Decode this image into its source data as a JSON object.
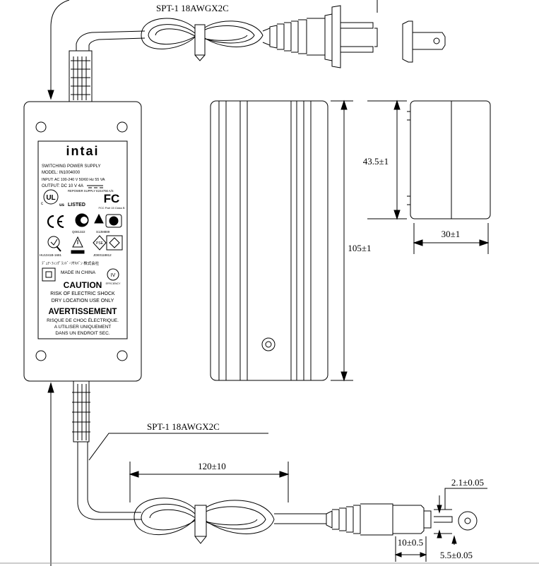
{
  "cables": {
    "top_label": "SPT-1 18AWGX2C",
    "bottom_label": "SPT-1 18AWGX2C"
  },
  "dimensions": {
    "height": "43.5±1",
    "depth": "30±1",
    "length": "105±1",
    "cable_length": "120±10",
    "pin_diameter": "2.1±0.05",
    "barrel_length": "10±0.5",
    "barrel_diameter": "5.5±0.05"
  },
  "label_plate": {
    "brand": "intai",
    "line1": "SWITCHING POWER SUPPLY",
    "line2": "MODEL: IN1004000",
    "line3": "INPUT: AC 100-240 V 50/60 Hz 55 VA",
    "line4": "OUTPUT: DC 10 V 4A",
    "ul_note": "REPOWER SUPPLY E244766 A/S",
    "listed": "LISTED",
    "fcc": "FC",
    "fcc_note": "FCC Part 15 Class B",
    "cert1": "Q081322",
    "cert2": "S13M889",
    "cert3": "HU1041B-1681",
    "cert4": "JDE0118812",
    "japanese_line": "ﾃﾞｭｱ･ﾌｨﾝｸﾞﾗﾝﾄﾞ･ﾘｻｷﾊﾞﾝ 株式会社",
    "made_in": "MADE IN CHINA",
    "efficiency_mark": "IV",
    "efficiency_note": "EFFICIENCY",
    "caution_title": "CAUTION",
    "caution_line1": "RISK OF ELECTRIC SHOCK",
    "caution_line2": "DRY LOCATION USE ONLY",
    "avert_title": "AVERTISSEMENT",
    "avert_line1": "RISQUE DE CHOC ÉLECTRIQUE.",
    "avert_line2": "A UTILISER UNIQUEMENT",
    "avert_line3": "DANS UN ENDROIT SEC."
  }
}
